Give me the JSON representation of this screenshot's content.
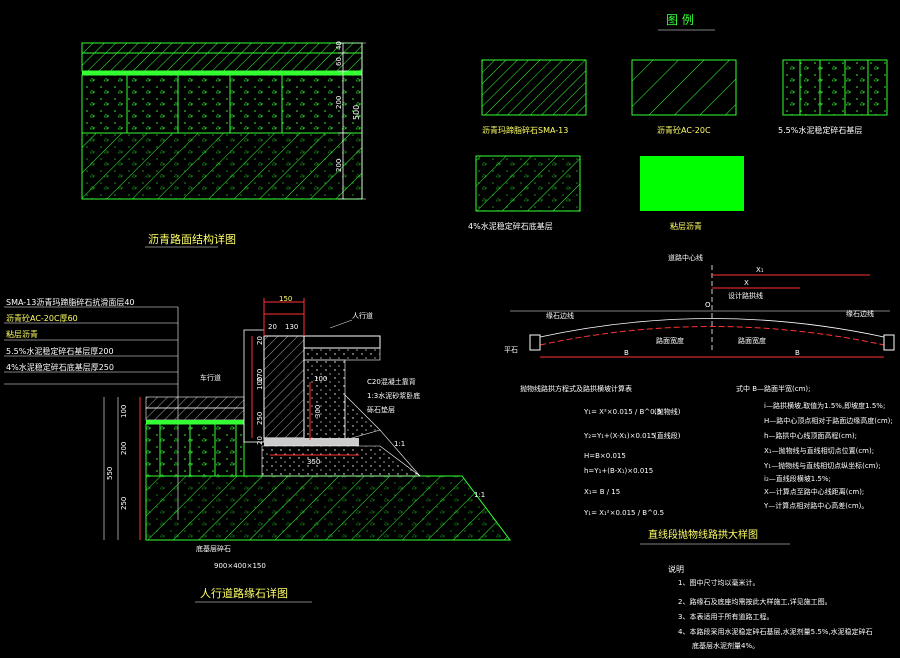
{
  "legend": {
    "title": "图   例",
    "items": [
      {
        "label": "沥青玛蹄脂碎石SMA-13"
      },
      {
        "label": "沥青砼AC-20C"
      },
      {
        "label": "5.5%水泥稳定碎石基层"
      },
      {
        "label": "4%水泥稳定碎石底基层"
      },
      {
        "label": "粘层沥青"
      }
    ]
  },
  "pavement_detail": {
    "title": "沥青路面结构详图",
    "dims": [
      "40",
      "60",
      "200",
      "200",
      "500"
    ]
  },
  "curb_detail": {
    "title": "人行道路缘石详图",
    "layers": [
      "SMA-13沥青玛蹄脂碎石抗滑面层40",
      "沥青砼AC-20C厚60",
      "粘层沥青",
      "5.5%水泥稳定碎石基层厚200",
      "4%水泥稳定碎石底基层厚250"
    ],
    "labels": {
      "sidewalk": "人行道",
      "sidewalk2": "车行道",
      "c20": "C20混凝土靠背",
      "mortar": "1:3水泥砂浆卧底",
      "gravel": "砾石垫层",
      "bottom": "底基层碎石",
      "size": "900×400×150"
    },
    "dims": [
      "150",
      "130",
      "20",
      "20",
      "100",
      "100",
      "300",
      "250",
      "20",
      "350",
      "270",
      "100",
      "200",
      "250",
      "550",
      "1:1",
      "1:1"
    ]
  },
  "crown": {
    "title": "直线段抛物线路拱大样图",
    "labels": {
      "center": "道路中心线",
      "x": "X",
      "x1": "X₁",
      "top": "设计路拱线",
      "side_l": "缘石边线",
      "side_r": "缘石边线",
      "curb": "平石",
      "b": "B",
      "lane": "路面宽度",
      "o": "O"
    },
    "formula_title": "抛物线路拱方程式及路拱横坡计算表",
    "formulas": [
      "Y₁= X²×0.015 / B^0.5",
      "Y₂=Y₁+(X-X₁)×0.015",
      "H=B×0.015",
      "h=Y₁+(B-X₁)×0.015",
      "X₁= B / 15",
      "Y₁= X₁²×0.015 / B^0.5"
    ],
    "formula_notes": [
      "(抛物线)",
      "(直线段)"
    ],
    "defs_title": "式中 B—路面半宽(cm);",
    "defs": [
      "i—路拱横坡,取值为1.5%,即坡度1.5%;",
      "H—路中心顶点相对于路面边缘高度(cm);",
      "h—路拱中心线顶面高程(cm);",
      "X₁—抛物线与直线相切点位置(cm);",
      "Y₁—抛物线与直线相切点纵坐标(cm);",
      "i₂—直线段横坡1.5%;",
      "X—计算点至路中心线距离(cm);",
      "Y—计算点相对路中心高差(cm)。"
    ]
  },
  "notes": {
    "title": "说明",
    "items": [
      "1、图中尺寸均以毫米计。",
      "2、路缘石及底座均需按此大样施工,详见施工图。",
      "3、本表适用于所有道路工程。",
      "4、本路段采用水泥稳定碎石基层,水泥剂量5.5%,水泥稳定碎石",
      "底基层水泥剂量4%。"
    ]
  }
}
